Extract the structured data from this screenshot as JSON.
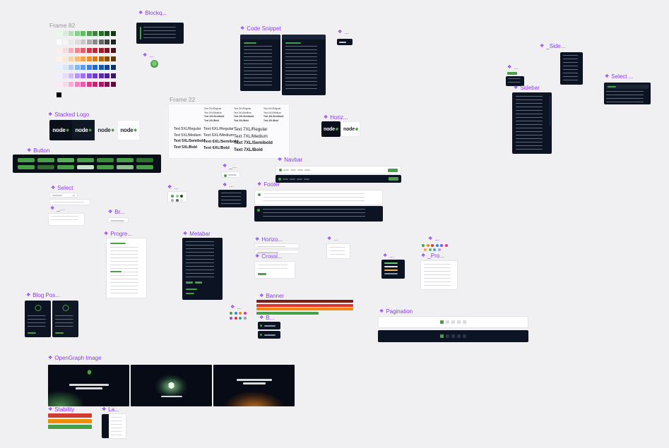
{
  "colors": {
    "purple": "#8A38F5",
    "green": "#47A047",
    "navy": "#0C1322",
    "bg": "#F0F0F3"
  },
  "icons": {
    "component": "❖"
  },
  "labels": {
    "frame82": "Frame 82",
    "frame22": "Frame 22",
    "blockquote": "Blockq...",
    "dots1": "...",
    "code_snippet": "Code Snippet",
    "dots2": "...",
    "side": "_Side...",
    "dots3": "...",
    "sidebar": "Sidebar",
    "select_dark": "Select ...",
    "stacked_logo": "Stacked Logo",
    "horiz_logo": "Horiz...",
    "button": "Button",
    "navbar": "Navbar",
    "select": "Select",
    "dots4": "...",
    "underscore1": "_...",
    "dots5": "...",
    "footer": "Footer",
    "underscore2": "_...",
    "breadcrumb": "Br...",
    "progress": "Progre...",
    "metabar": "Metabar",
    "horizontal": "Horizo...",
    "crosslink": "Crossl...",
    "dots6": "...",
    "dots7": "...",
    "dots8": "...",
    "dots9": "...",
    "pro": "_Pro...",
    "blog_post": "Blog Pos...",
    "banner": "Banner",
    "b2": "B...",
    "pagination": "Pagination",
    "opengraph": "OpenGraph Image",
    "stability": "Stability",
    "language": "La..."
  },
  "logo": {
    "wordmark": "node"
  },
  "palette": {
    "greens": [
      "#EBF7EB",
      "#D5EED5",
      "#B3E0B3",
      "#8CCF8C",
      "#63BC63",
      "#47A847",
      "#378837",
      "#2C6B2C",
      "#215021",
      "#163616"
    ],
    "grays": [
      "#FFFFFF",
      "#F5F5F5",
      "#EAEAEA",
      "#DCDCDC",
      "#C8C8C8",
      "#ACACAC",
      "#8A8A8A",
      "#666666",
      "#424242",
      "#212121"
    ],
    "reds": [
      "#FCEDEE",
      "#F9D9DC",
      "#F3B0B6",
      "#EC8791",
      "#E55E6B",
      "#DE3546",
      "#C52435",
      "#9F1D2B",
      "#781621",
      "#521017"
    ],
    "oranges": [
      "#FEF4E8",
      "#FDE8D1",
      "#FBD2A3",
      "#F9BB75",
      "#F7A447",
      "#F58D19",
      "#DA7A0F",
      "#B2640C",
      "#8A4E0A",
      "#623807"
    ],
    "blues": [
      "#EAF2FD",
      "#D6E6FB",
      "#ADCDF8",
      "#85B4F4",
      "#5C9BF1",
      "#3382ED",
      "#1C69D4",
      "#1757AE",
      "#124488",
      "#0D3162"
    ],
    "purples": [
      "#F3EDFE",
      "#E7DBFD",
      "#CFB8FB",
      "#B795F8",
      "#9F71F6",
      "#874EF4",
      "#6F34DB",
      "#5C2BB4",
      "#48228D",
      "#351966"
    ],
    "magentas": [
      "#FDEAF4",
      "#FBD5E9",
      "#F7ACD3",
      "#F382BD",
      "#EF59A7",
      "#EB2F91",
      "#D21D79",
      "#AB1863",
      "#84124C",
      "#5D0D36"
    ],
    "black": [
      "#000000"
    ]
  },
  "typography": {
    "t2": [
      "Text 2XL/Regular",
      "Text 2XL/Medium",
      "Text 2XL/Semibold",
      "Text 2XL/Bold"
    ],
    "t3": [
      "Text 3XL/Regular",
      "Text 3XL/Medium",
      "Text 3XL/Semibold",
      "Text 3XL/Bold"
    ],
    "t4": [
      "Text 4XL/Regular",
      "Text 4XL/Medium",
      "Text 4XL/Semibold",
      "Text 4XL/Bold"
    ],
    "t5": [
      "Text 5XL/Regular",
      "Text 5XL/Medium",
      "Text 5XL/Semibold",
      "Text 5XL/Bold"
    ],
    "t6": [
      "Text 6XL/Regular",
      "Text 6XL/Medium",
      "Text 6XL/Semibold",
      "Text 6XL/Bold"
    ],
    "t7": [
      "Text 7XL/Regular",
      "Text 7XL/Medium",
      "Text 7XL/Semibold",
      "Text 7XL/Bold"
    ]
  },
  "buttons": {
    "row1": [
      "#47A047",
      "#47A047",
      "#58B158",
      "#47A047",
      "#3A8A3A",
      "#47A047",
      "#2E6F2E"
    ],
    "row2": [
      "#47A047",
      "#356C35",
      "#47A047",
      "#C9E2C9",
      "#47A047",
      "#8FBF8F",
      "#47A047"
    ]
  },
  "banner_strips": [
    "#7E1D12",
    "#E3342F",
    "#F5870F",
    "#47A047"
  ],
  "stability_strips": [
    "#CE3C32",
    "#F08C00",
    "#47A047"
  ],
  "dot_sets": {
    "card_a": [
      "#47A047",
      "#8CCF8C",
      "#215021"
    ],
    "card_b": [
      "#ACACAC",
      "#666666",
      "#D5EED5"
    ],
    "row7a": [
      "#47A047",
      "#F5870F",
      "#E3342F",
      "#3382ED",
      "#874EF4",
      "#EB2F91"
    ],
    "row7b": [
      "#F7A447",
      "#63BC63",
      "#5C9BF1",
      "#B795F8"
    ],
    "row8a": [
      "#47A047",
      "#3382ED",
      "#F5870F",
      "#EB2F91"
    ],
    "row8b": [
      "#874EF4",
      "#E3342F",
      "#2AA198",
      "#9E9E9E"
    ]
  },
  "mini_bars": [
    "#6CCB6C",
    "#E8E8E8",
    "#F5B54A",
    "#8A93A6"
  ]
}
